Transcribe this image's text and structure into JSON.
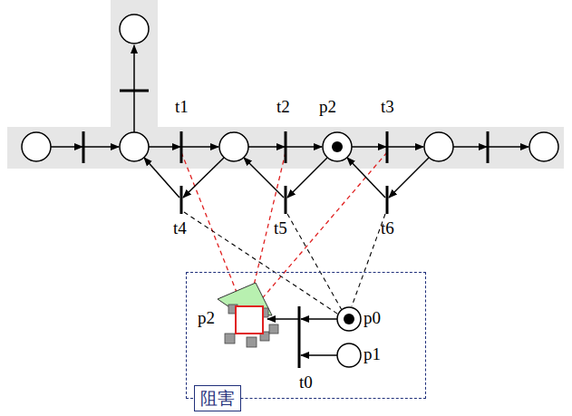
{
  "diagram": {
    "nodes": [
      {
        "text": [
          "阻害"
        ]
      }
    ],
    "labels": [
      "t1",
      "t2",
      "p2",
      "t3",
      "t4",
      "t5",
      "t6",
      "p2",
      "p0",
      "p1",
      "t0"
    ]
  }
}
